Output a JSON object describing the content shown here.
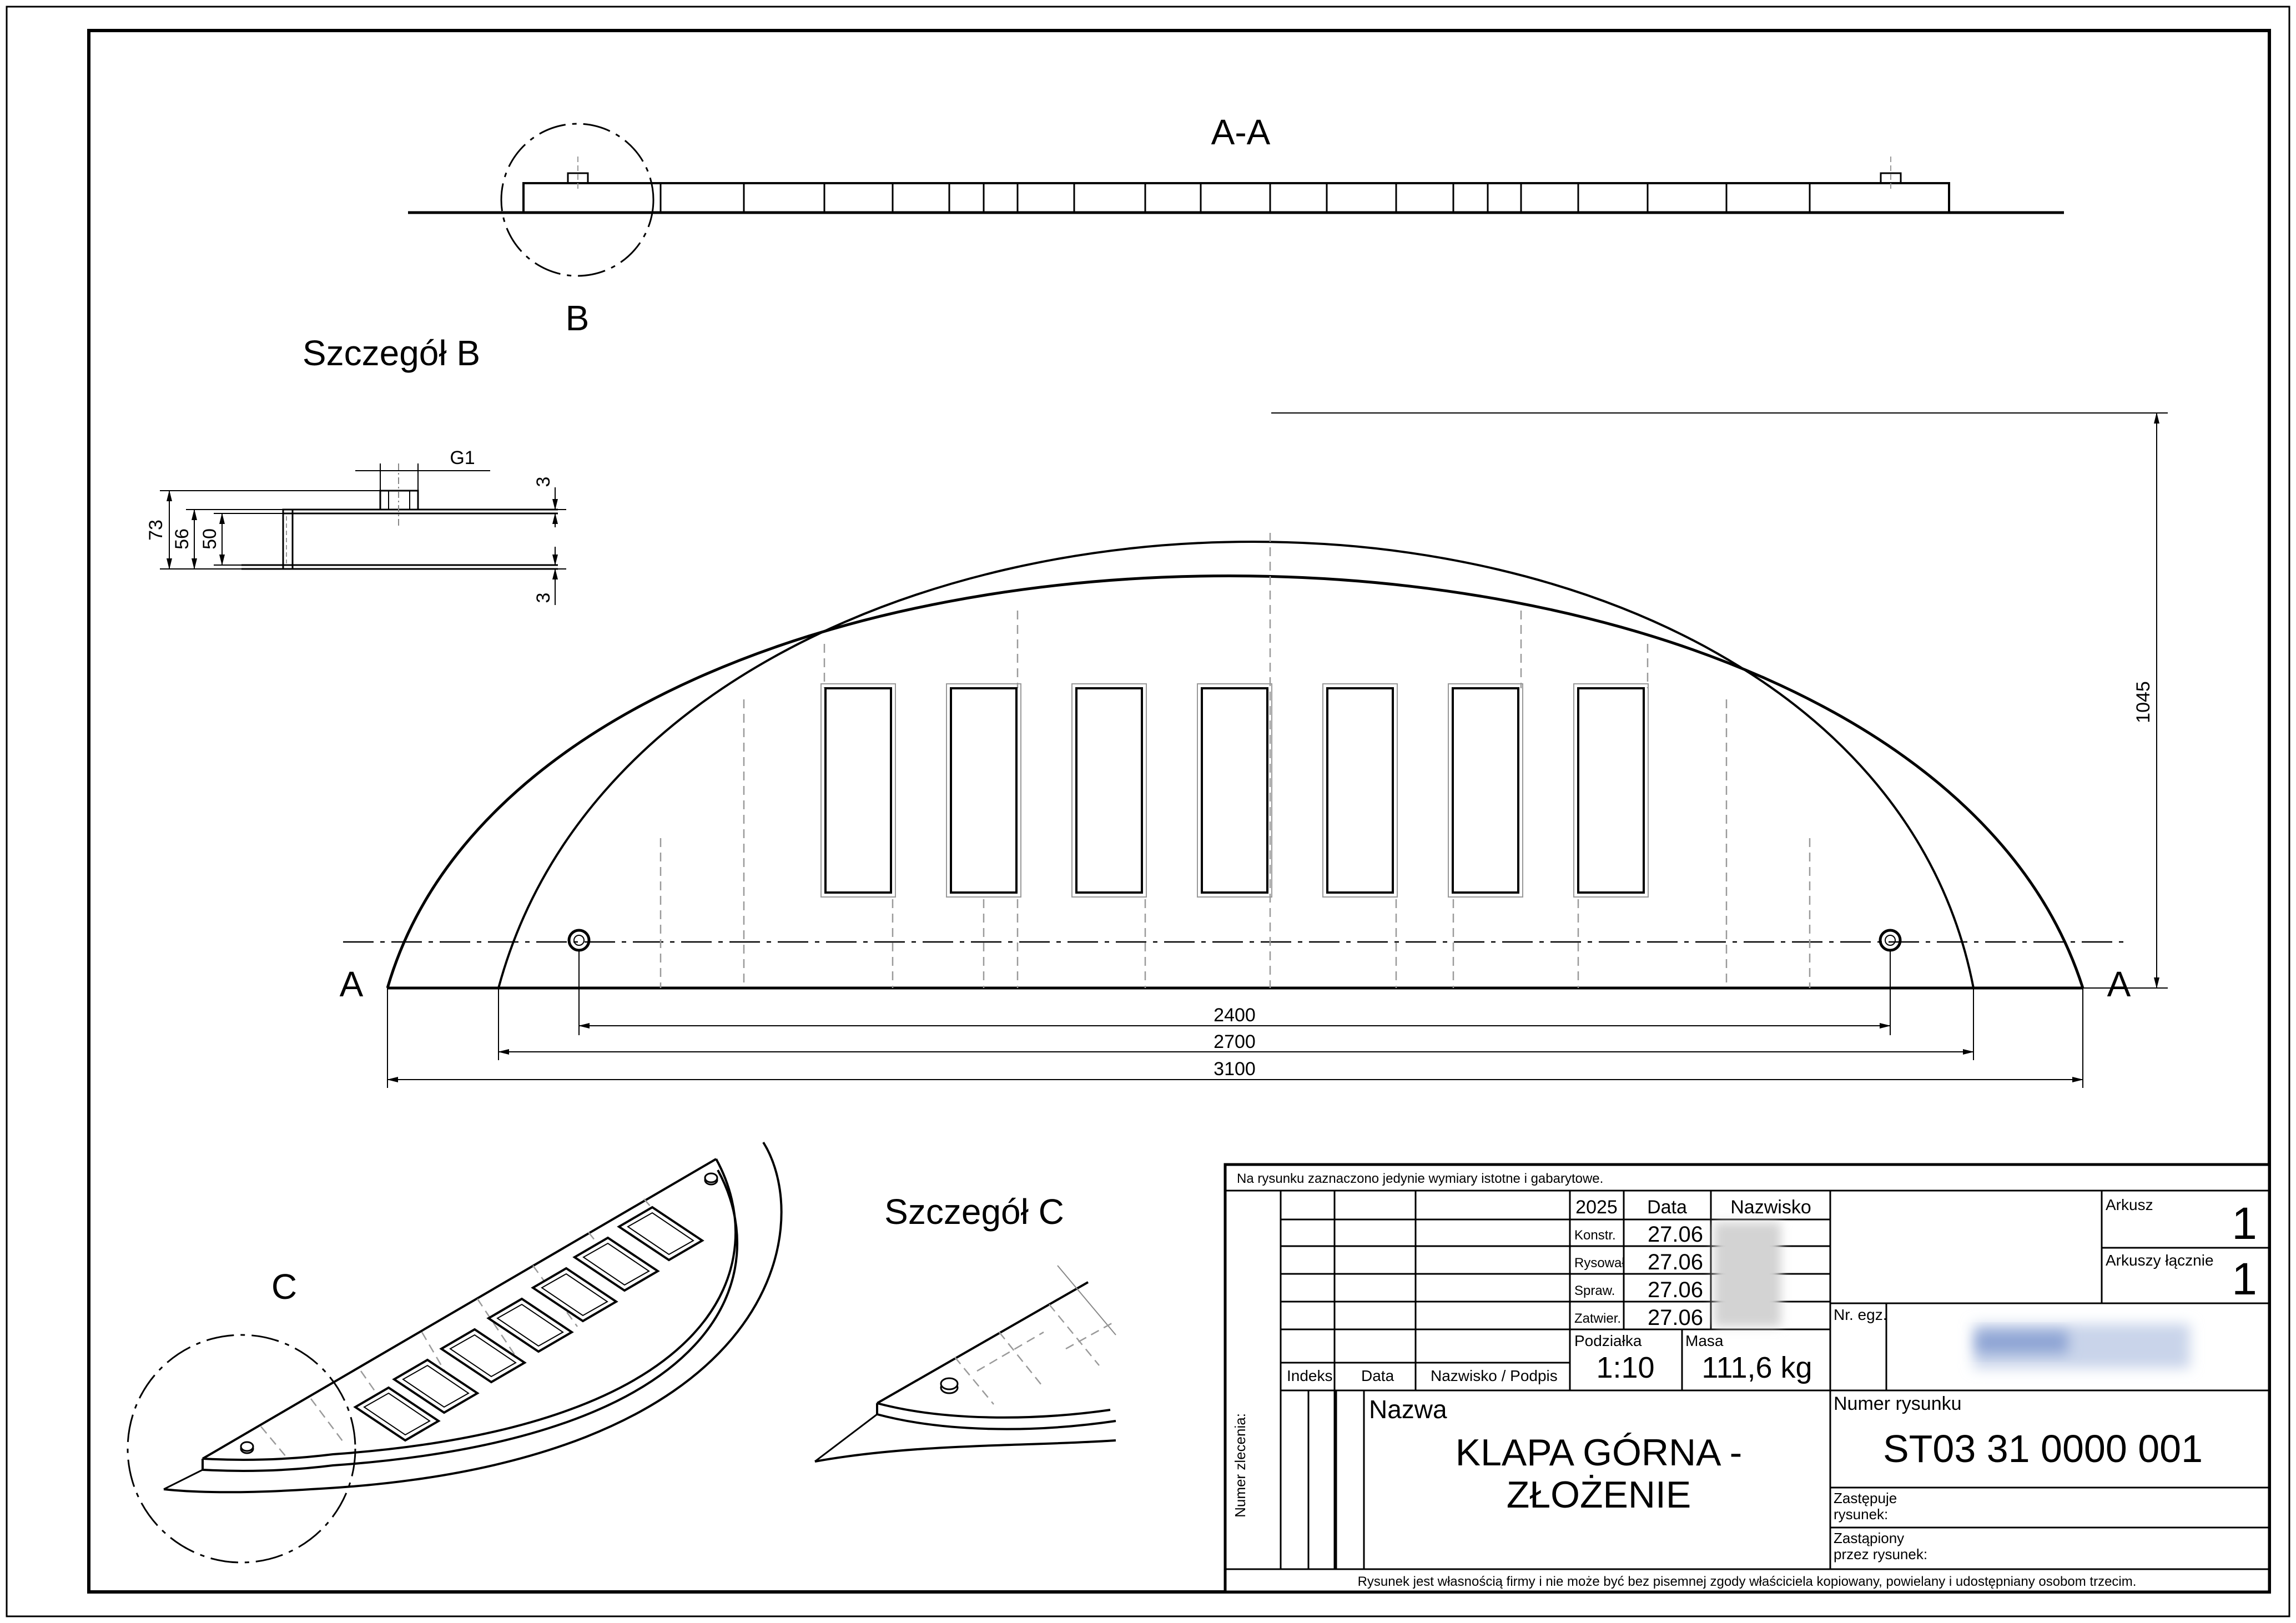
{
  "views": {
    "section_aa": "A-A",
    "detail_b_marker": "B",
    "detail_b_title": "Szczegół B",
    "detail_c_marker": "C",
    "detail_c_title": "Szczegół C",
    "section_arrow_left": "A",
    "section_arrow_right": "A"
  },
  "dimensions": {
    "d2400": "2400",
    "d2700": "2700",
    "d3100": "3100",
    "d1045": "1045",
    "b73": "73",
    "b56": "56",
    "b50": "50",
    "b3_top": "3",
    "b3_bottom": "3",
    "thread": "G1"
  },
  "title_block": {
    "note": "Na rysunku zaznaczono jedynie wymiary istotne i gabarytowe.",
    "year": "2025",
    "col_data": "Data",
    "col_nazwisko": "Nazwisko",
    "konstr": "Konstr.",
    "rysowal": "Rysował",
    "spraw": "Spraw.",
    "zatwier": "Zatwier.",
    "date_konstr": "27.06",
    "date_rysowal": "27.06",
    "date_spraw": "27.06",
    "date_zatwier": "27.06",
    "podzialka_label": "Podziałka",
    "podzialka": "1:10",
    "masa_label": "Masa",
    "masa": "111,6 kg",
    "indeks": "Indeks",
    "data": "Data",
    "nazwisko_podpis": "Nazwisko / Podpis",
    "arkusz_label": "Arkusz",
    "arkusz": "1",
    "arkuszy_label": "Arkuszy łącznie",
    "arkuszy": "1",
    "nr_egz": "Nr. egz.",
    "nazwa_label": "Nazwa",
    "nazwa_line1": "KLAPA GÓRNA -",
    "nazwa_line2": "ZŁOŻENIE",
    "numer_rysunku_label": "Numer  rysunku",
    "numer_rysunku": "ST03 31 0000 001",
    "zastepuje_1": "Zastępuje",
    "zastepuje_2": "rysunek:",
    "zastapiony_1": "Zastąpiony",
    "zastapiony_2": "przez  rysunek:",
    "numer_zlecenia": "Numer  zlecenia:",
    "footer": "Rysunek jest własnością firmy i nie może być bez pisemnej zgody właściciela kopiowany, powielany i udostępniany osobom trzecim."
  }
}
